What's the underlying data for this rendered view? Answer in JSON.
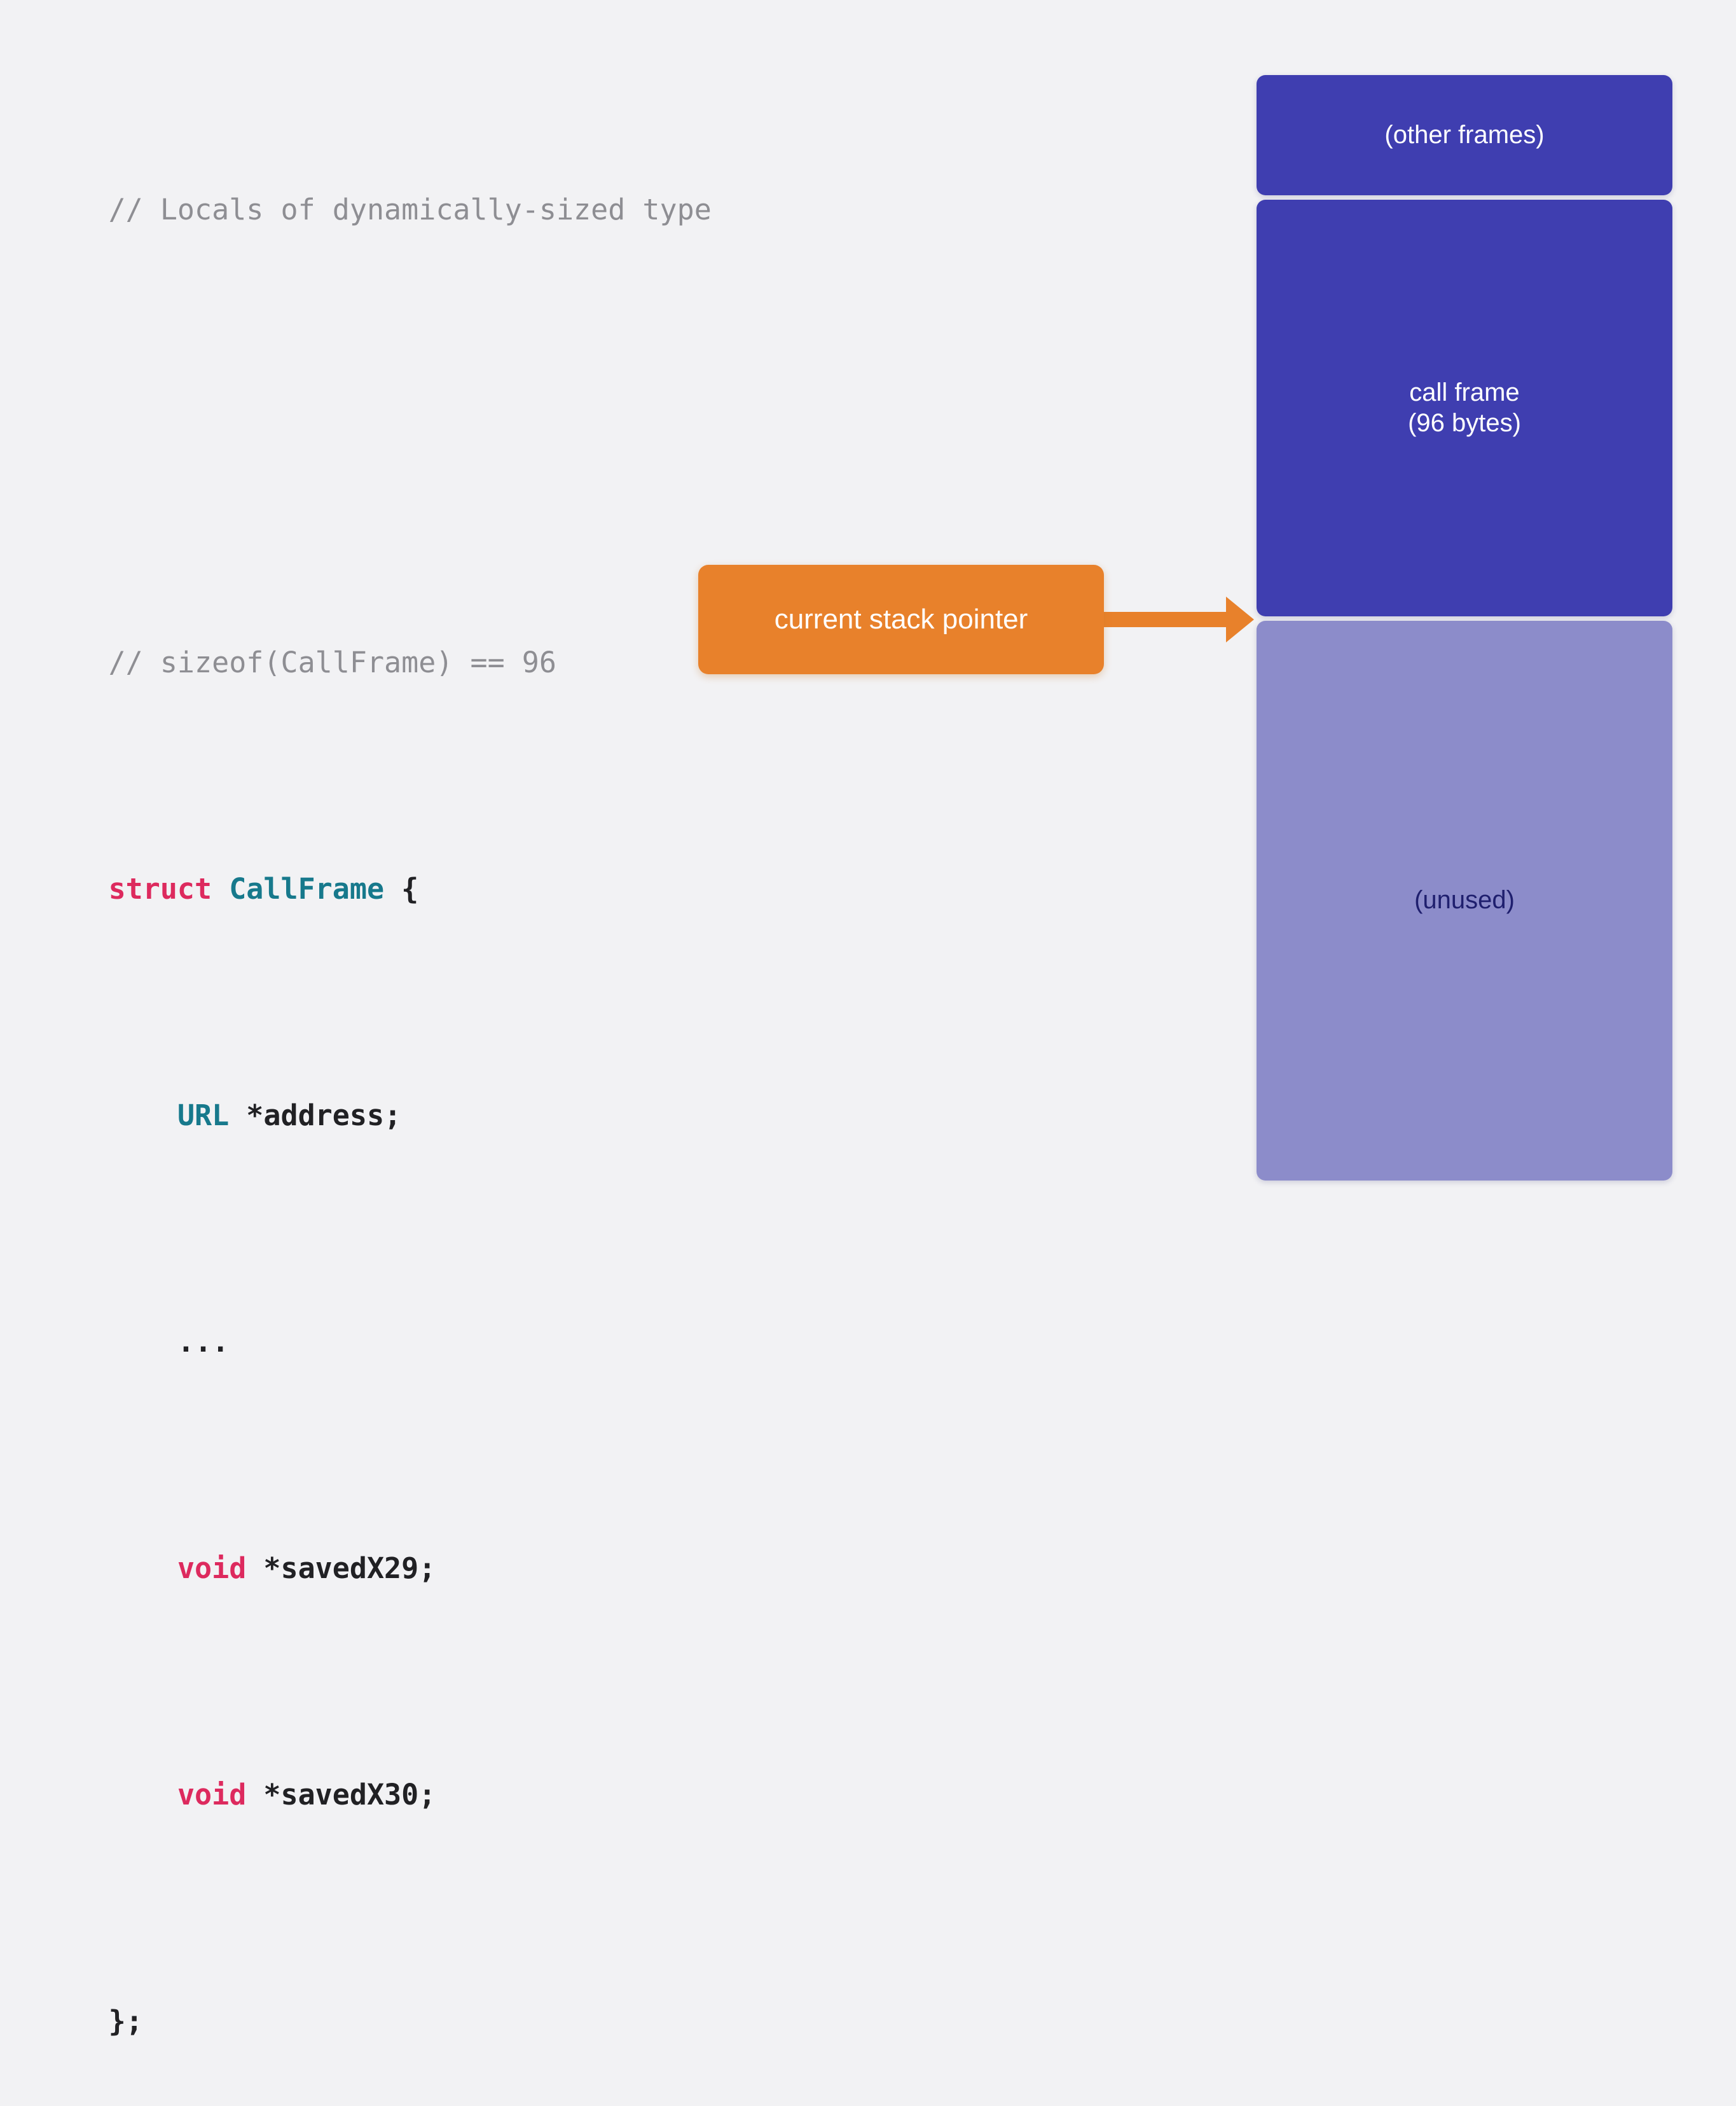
{
  "background_color": "#f2f2f4",
  "code": {
    "font": "monospace",
    "lines": [
      {
        "id": "line-1",
        "tokens": [
          {
            "text": "// Locals of dynamically-sized type",
            "kind": "comment"
          }
        ]
      },
      {
        "id": "line-2",
        "tokens": []
      },
      {
        "id": "line-3",
        "tokens": [
          {
            "text": "// sizeof(CallFrame) == 96",
            "kind": "comment"
          }
        ]
      },
      {
        "id": "line-4",
        "tokens": [
          {
            "text": "struct",
            "kind": "keyword"
          },
          {
            "text": " ",
            "kind": "plain"
          },
          {
            "text": "CallFrame",
            "kind": "type"
          },
          {
            "text": " {",
            "kind": "punct"
          }
        ]
      },
      {
        "id": "line-5",
        "tokens": [
          {
            "text": "    ",
            "kind": "plain"
          },
          {
            "text": "URL",
            "kind": "type"
          },
          {
            "text": " *address;",
            "kind": "plain"
          }
        ]
      },
      {
        "id": "line-6",
        "tokens": [
          {
            "text": "    ...",
            "kind": "plain"
          }
        ]
      },
      {
        "id": "line-7",
        "tokens": [
          {
            "text": "    ",
            "kind": "plain"
          },
          {
            "text": "void",
            "kind": "keyword"
          },
          {
            "text": " *savedX29;",
            "kind": "plain"
          }
        ]
      },
      {
        "id": "line-8",
        "tokens": [
          {
            "text": "    ",
            "kind": "plain"
          },
          {
            "text": "void",
            "kind": "keyword"
          },
          {
            "text": " *savedX30;",
            "kind": "plain"
          }
        ]
      },
      {
        "id": "line-9",
        "tokens": [
          {
            "text": "};",
            "kind": "punct"
          }
        ]
      }
    ],
    "colors": {
      "comment": "#8e8e93",
      "keyword": "#dd2a5e",
      "type": "#17798c",
      "plain": "#212124"
    }
  },
  "stack_diagram": {
    "blocks": [
      {
        "id": "other-frames",
        "label_line1": "(other frames)",
        "label_line2": "",
        "fill": "#3f3eb0",
        "text_color": "#ffffff"
      },
      {
        "id": "call-frame",
        "label_line1": "call frame",
        "label_line2": "(96 bytes)",
        "fill": "#3f3eb0",
        "text_color": "#ffffff"
      },
      {
        "id": "unused",
        "label_line1": "(unused)",
        "label_line2": "",
        "fill": "#8c8cca",
        "text_color": "#1f1f6e"
      }
    ]
  },
  "callout": {
    "label": "current stack pointer",
    "fill": "#e8812b",
    "text_color": "#ffffff",
    "arrow_color": "#e8812b",
    "points_to": "call-frame"
  }
}
